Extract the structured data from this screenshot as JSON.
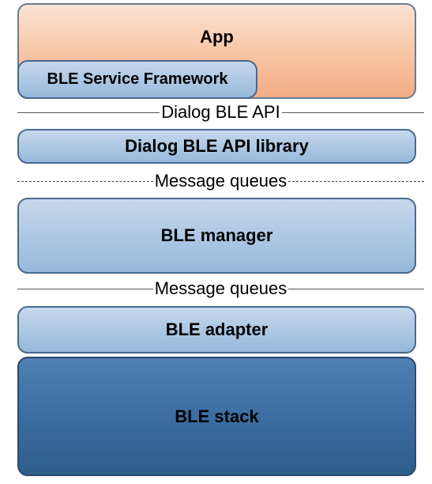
{
  "diagram": {
    "app": {
      "label": "App"
    },
    "ble_service_framework": {
      "label": "BLE Service Framework"
    },
    "dialog_ble_api": {
      "label": "Dialog BLE API"
    },
    "dialog_ble_api_library": {
      "label": "Dialog BLE API library"
    },
    "message_queues_top": {
      "label": "Message queues"
    },
    "ble_manager": {
      "label": "BLE manager"
    },
    "message_queues_bottom": {
      "label": "Message queues"
    },
    "ble_adapter": {
      "label": "BLE adapter"
    },
    "ble_stack": {
      "label": "BLE stack"
    }
  },
  "colors": {
    "app_fill": "#f8c4a3",
    "layer_fill": "#a9c5e2",
    "stack_fill": "#3a6c9f",
    "border": "#49698f"
  }
}
